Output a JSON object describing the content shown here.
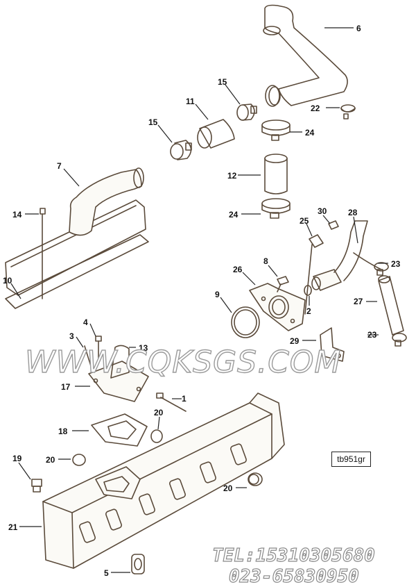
{
  "diagram": {
    "reference_code": "tb951gr",
    "watermark": "WWW.CQKSGS.COM",
    "contact": {
      "tel": "TEL:15310305680",
      "phone": "023-65830950"
    },
    "callouts": [
      "6",
      "15",
      "11",
      "22",
      "24",
      "15",
      "7",
      "12",
      "14",
      "24",
      "30",
      "25",
      "28",
      "8",
      "26",
      "23",
      "10",
      "9",
      "27",
      "2",
      "4",
      "23",
      "3",
      "13",
      "29",
      "17",
      "1",
      "20",
      "18",
      "19",
      "20",
      "20",
      "21",
      "5"
    ]
  }
}
